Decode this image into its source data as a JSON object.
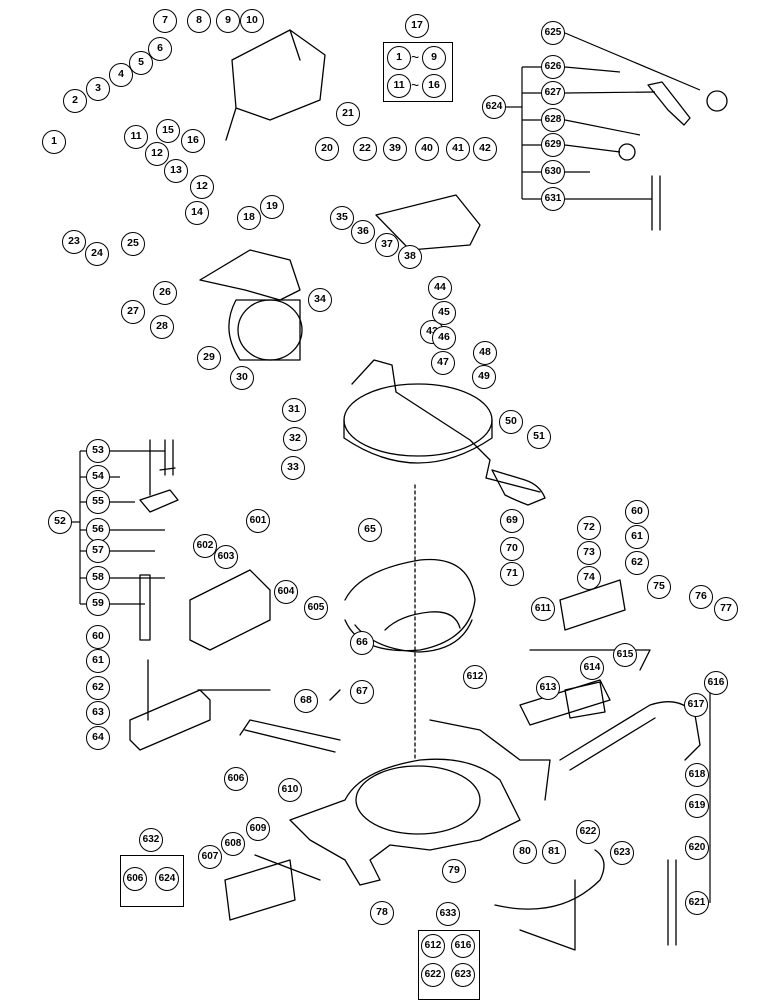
{
  "parts": [
    "1",
    "2",
    "3",
    "4",
    "5",
    "6",
    "7",
    "8",
    "9",
    "10",
    "11",
    "12",
    "12",
    "13",
    "14",
    "15",
    "16",
    "17",
    "18",
    "19",
    "20",
    "21",
    "22",
    "23",
    "24",
    "25",
    "26",
    "27",
    "28",
    "29",
    "30",
    "31",
    "32",
    "33",
    "34",
    "35",
    "36",
    "37",
    "38",
    "39",
    "40",
    "41",
    "42",
    "43",
    "44",
    "45",
    "46",
    "47",
    "48",
    "49",
    "50",
    "51",
    "52",
    "53",
    "54",
    "55",
    "56",
    "57",
    "58",
    "59",
    "60",
    "61",
    "62",
    "60",
    "61",
    "62",
    "63",
    "64",
    "65",
    "66",
    "67",
    "68",
    "69",
    "70",
    "71",
    "72",
    "73",
    "74",
    "75",
    "76",
    "77",
    "78",
    "79",
    "80",
    "81",
    "601",
    "602",
    "603",
    "604",
    "605",
    "606",
    "607",
    "608",
    "609",
    "610",
    "611",
    "612",
    "613",
    "614",
    "615",
    "616",
    "617",
    "618",
    "619",
    "620",
    "621",
    "622",
    "623",
    "624",
    "625",
    "626",
    "627",
    "628",
    "629",
    "630",
    "631",
    "632",
    "633"
  ],
  "kits": {
    "k17": {
      "title": "17",
      "items": [
        "1",
        "9",
        "11",
        "16"
      ],
      "ranges": [
        "~",
        "~"
      ]
    },
    "k632": {
      "title": "632",
      "items": [
        "606",
        "624"
      ]
    },
    "k633": {
      "title": "633",
      "items": [
        "612",
        "616",
        "622",
        "623"
      ]
    }
  },
  "colors": {
    "line": "#000000",
    "background": "#ffffff"
  }
}
